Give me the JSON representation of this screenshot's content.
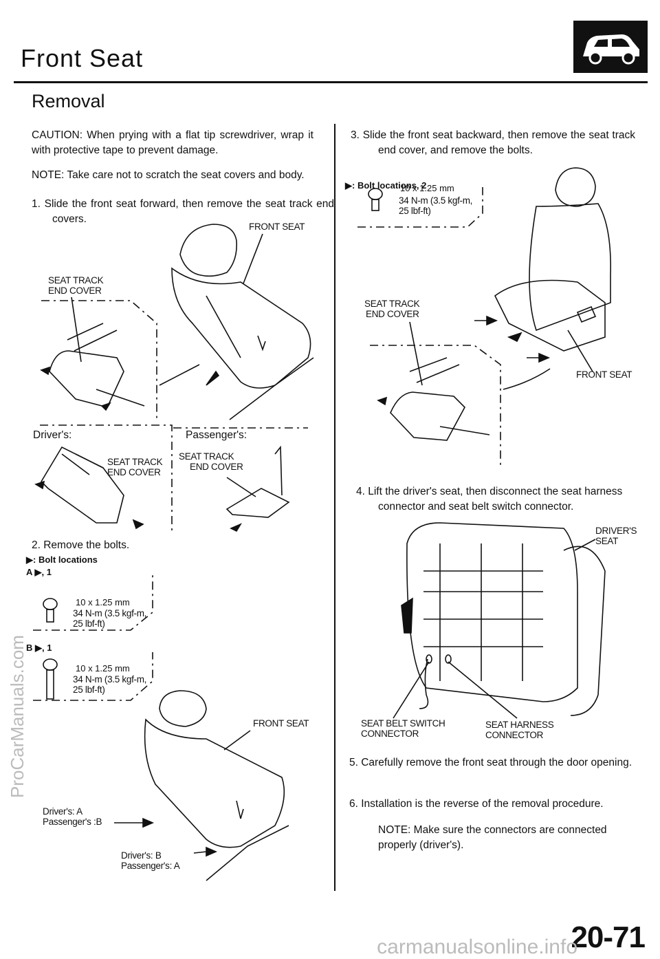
{
  "header": {
    "title": "Front Seat",
    "section": "Removal",
    "logo_icon": "car-icon"
  },
  "left": {
    "caution": "CAUTION: When prying with a flat tip screwdriver, wrap it with protective tape to prevent damage.",
    "note": "NOTE: Take care not to scratch the seat covers and body.",
    "step1": "1. Slide the front seat forward, then remove the seat track end covers.",
    "fig1": {
      "front_seat": "FRONT SEAT",
      "seat_track_end_cover": [
        "SEAT TRACK",
        "END COVER"
      ],
      "drivers": "Driver's:",
      "passengers": "Passenger's:",
      "driver_cover": [
        "SEAT TRACK",
        "END COVER"
      ],
      "passenger_cover": [
        "SEAT TRACK",
        "END COVER"
      ]
    },
    "step2": "2. Remove the bolts.",
    "bolt_locations": "▶: Bolt locations",
    "boltA": {
      "label": "A ▶, 1",
      "size": "10 x 1.25 mm",
      "torque1": "34 N-m (3.5 kgf-m,",
      "torque2": "25 lbf-ft)"
    },
    "boltB": {
      "label": "B ▶, 1",
      "size": "10 x 1.25 mm",
      "torque1": "34 N-m (3.5 kgf-m,",
      "torque2": "25 lbf-ft)"
    },
    "fig2": {
      "front_seat": "FRONT SEAT",
      "loc1a": "Driver's: A",
      "loc1b": "Passenger's :B",
      "loc2a": "Driver's: B",
      "loc2b": "Passenger's: A"
    }
  },
  "right": {
    "step3": "3. Slide the front seat backward, then remove the seat track end cover, and remove the bolts.",
    "bolt_locations": "▶: Bolt locations, 2",
    "bolt": {
      "size": "10 x 1.25 mm",
      "torque1": "34 N-m (3.5 kgf-m,",
      "torque2": "25 lbf-ft)"
    },
    "fig3": {
      "cover": [
        "SEAT TRACK",
        "END COVER"
      ],
      "front_seat": "FRONT SEAT"
    },
    "step4": "4. Lift the driver's seat, then disconnect the seat harness connector and seat belt switch connector.",
    "fig4": {
      "drivers_seat": [
        "DRIVER'S",
        "SEAT"
      ],
      "belt_switch": [
        "SEAT BELT SWITCH",
        "CONNECTOR"
      ],
      "harness": [
        "SEAT HARNESS",
        "CONNECTOR"
      ]
    },
    "step5": "5. Carefully remove the front seat through the door opening.",
    "step6": "6. Installation is the reverse of the removal procedure.",
    "note": "NOTE: Make sure the connectors are connected properly (driver's)."
  },
  "footer": {
    "page_number": "20-71",
    "site": "carmanualsonline.info",
    "watermark": "ProCarManuals.com"
  }
}
